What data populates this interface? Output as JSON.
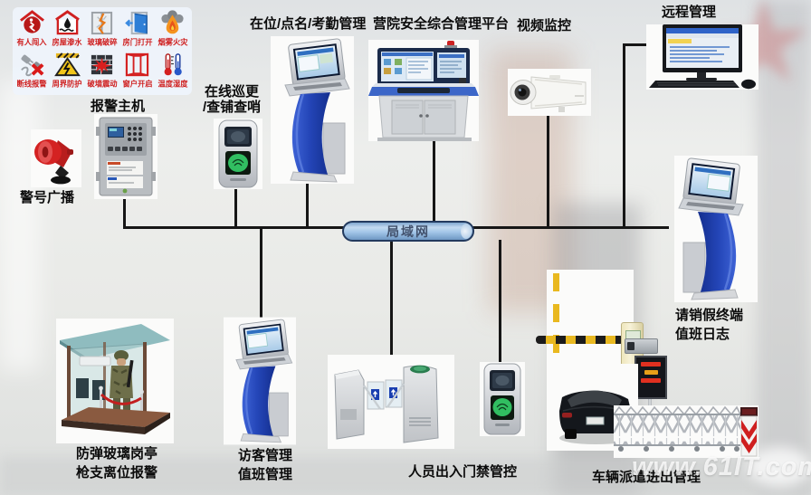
{
  "watermark": "www.61IT.com",
  "lan": {
    "label": "局域网"
  },
  "alarm_panel": {
    "icons": [
      {
        "name": "person-intrusion",
        "label": "有人闯入"
      },
      {
        "name": "water-leak",
        "label": "房屋渗水"
      },
      {
        "name": "glass-break",
        "label": "玻璃破碎"
      },
      {
        "name": "door-open",
        "label": "房门打开"
      },
      {
        "name": "smoke-fire",
        "label": "烟雾火灾"
      },
      {
        "name": "line-cut-alarm",
        "label": "断线报警"
      },
      {
        "name": "perimeter-protection",
        "label": "周界防护"
      },
      {
        "name": "wall-vibration",
        "label": "破墙震动"
      },
      {
        "name": "window-open",
        "label": "窗户开启"
      },
      {
        "name": "temp-humidity",
        "label": "温度湿度"
      }
    ]
  },
  "labels": {
    "alarm_host": "报警主机",
    "siren": "警号广播",
    "patrol_line1": "在线巡更",
    "patrol_line2": "/查铺查哨",
    "attendance": "在位/点名/考勤管理",
    "platform": "营院安全综合管理平台",
    "cctv": "视频监控",
    "remote": "远程管理",
    "leave_line1": "请销假终端",
    "leave_line2": "值班日志",
    "booth_line1": "防弹玻璃岗亭",
    "booth_line2": "枪支离位报警",
    "visitor_line1": "访客管理",
    "visitor_line2": "值班管理",
    "access": "人员出入门禁管控",
    "vehicle": "车辆派遣进出管理"
  },
  "colors": {
    "kiosk_blue": "#2446b8",
    "wire": "#161616",
    "lan_fill": "#a3c6e8",
    "icon_label_red": "#cf1f1f"
  }
}
